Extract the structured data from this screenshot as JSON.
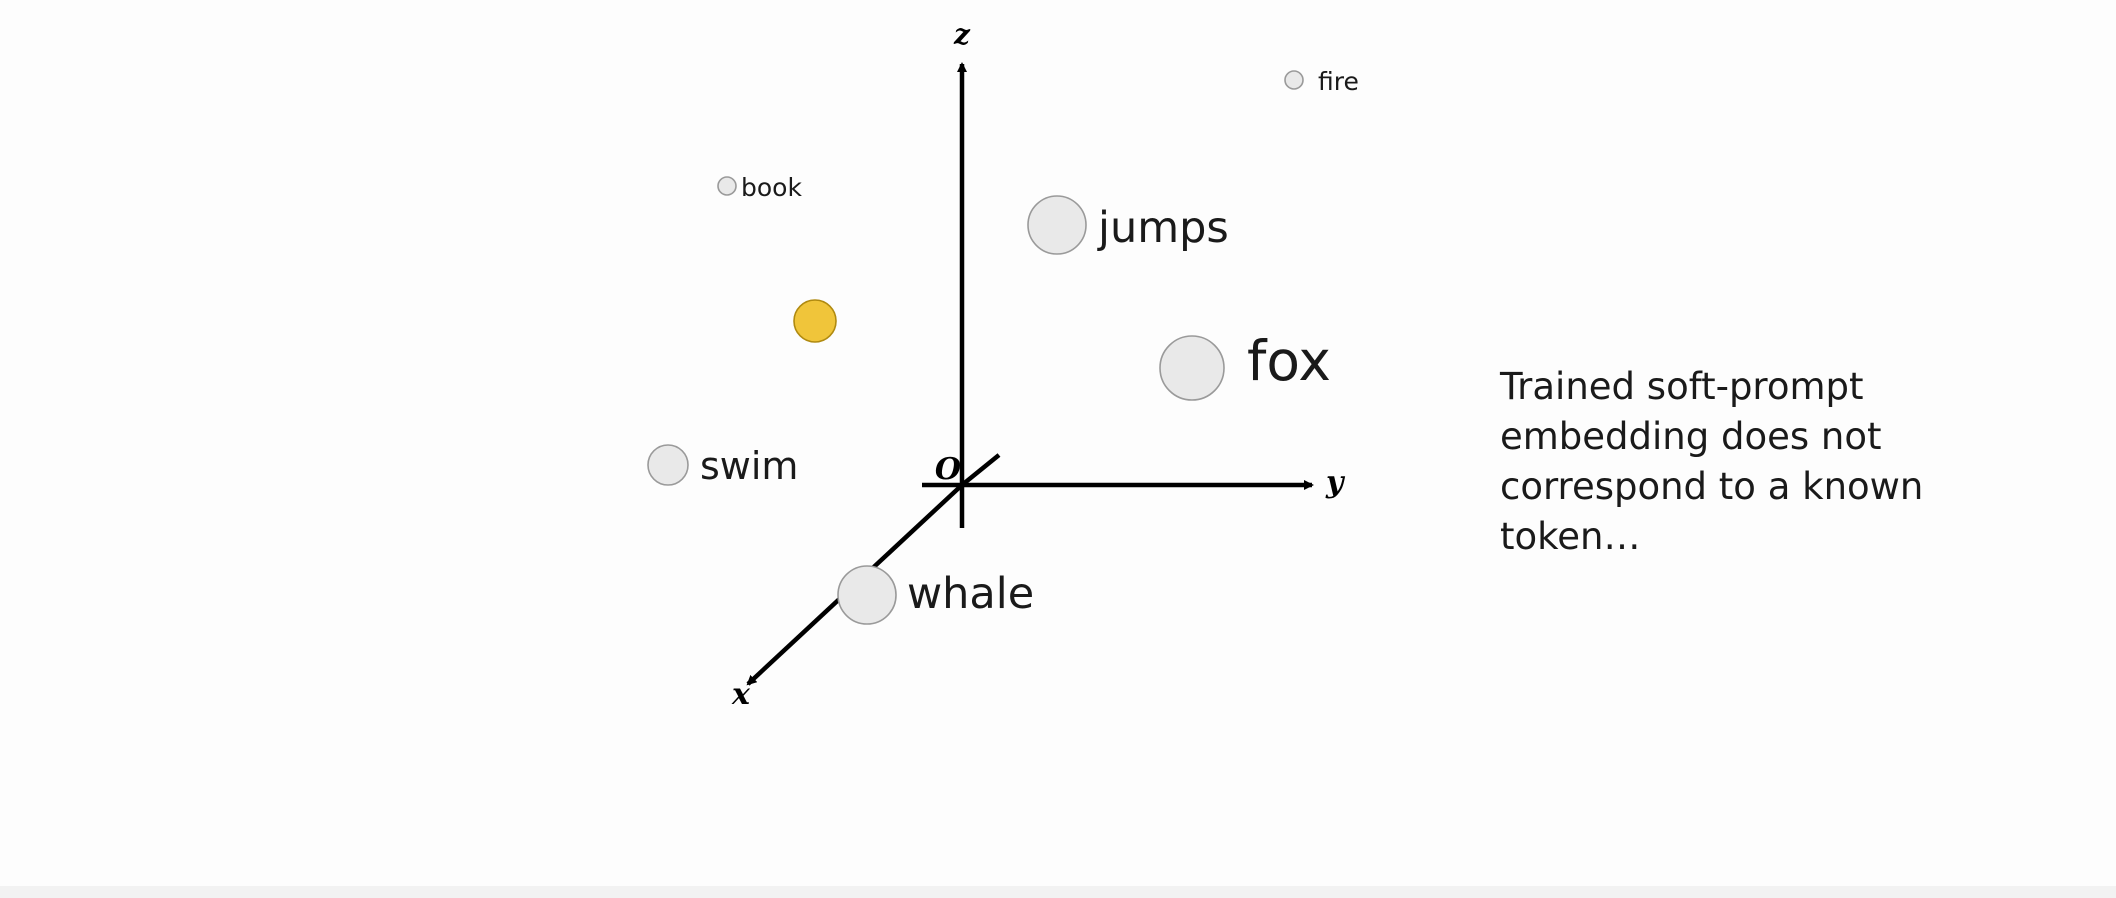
{
  "axes": {
    "origin_label": "O",
    "x_label": "x",
    "y_label": "y",
    "z_label": "z"
  },
  "tokens": [
    {
      "label": "fire",
      "size": "small"
    },
    {
      "label": "book",
      "size": "small"
    },
    {
      "label": "jumps",
      "size": "large"
    },
    {
      "label": "fox",
      "size": "large"
    },
    {
      "label": "swim",
      "size": "medium"
    },
    {
      "label": "whale",
      "size": "large"
    },
    {
      "label": "",
      "size": "medium",
      "soft_prompt": true
    }
  ],
  "caption": "Trained soft-prompt embedding does not correspond to a known token…",
  "colors": {
    "soft_prompt_fill": "#f0c53a",
    "token_fill": "#e9e9e9",
    "axis": "#000000"
  }
}
